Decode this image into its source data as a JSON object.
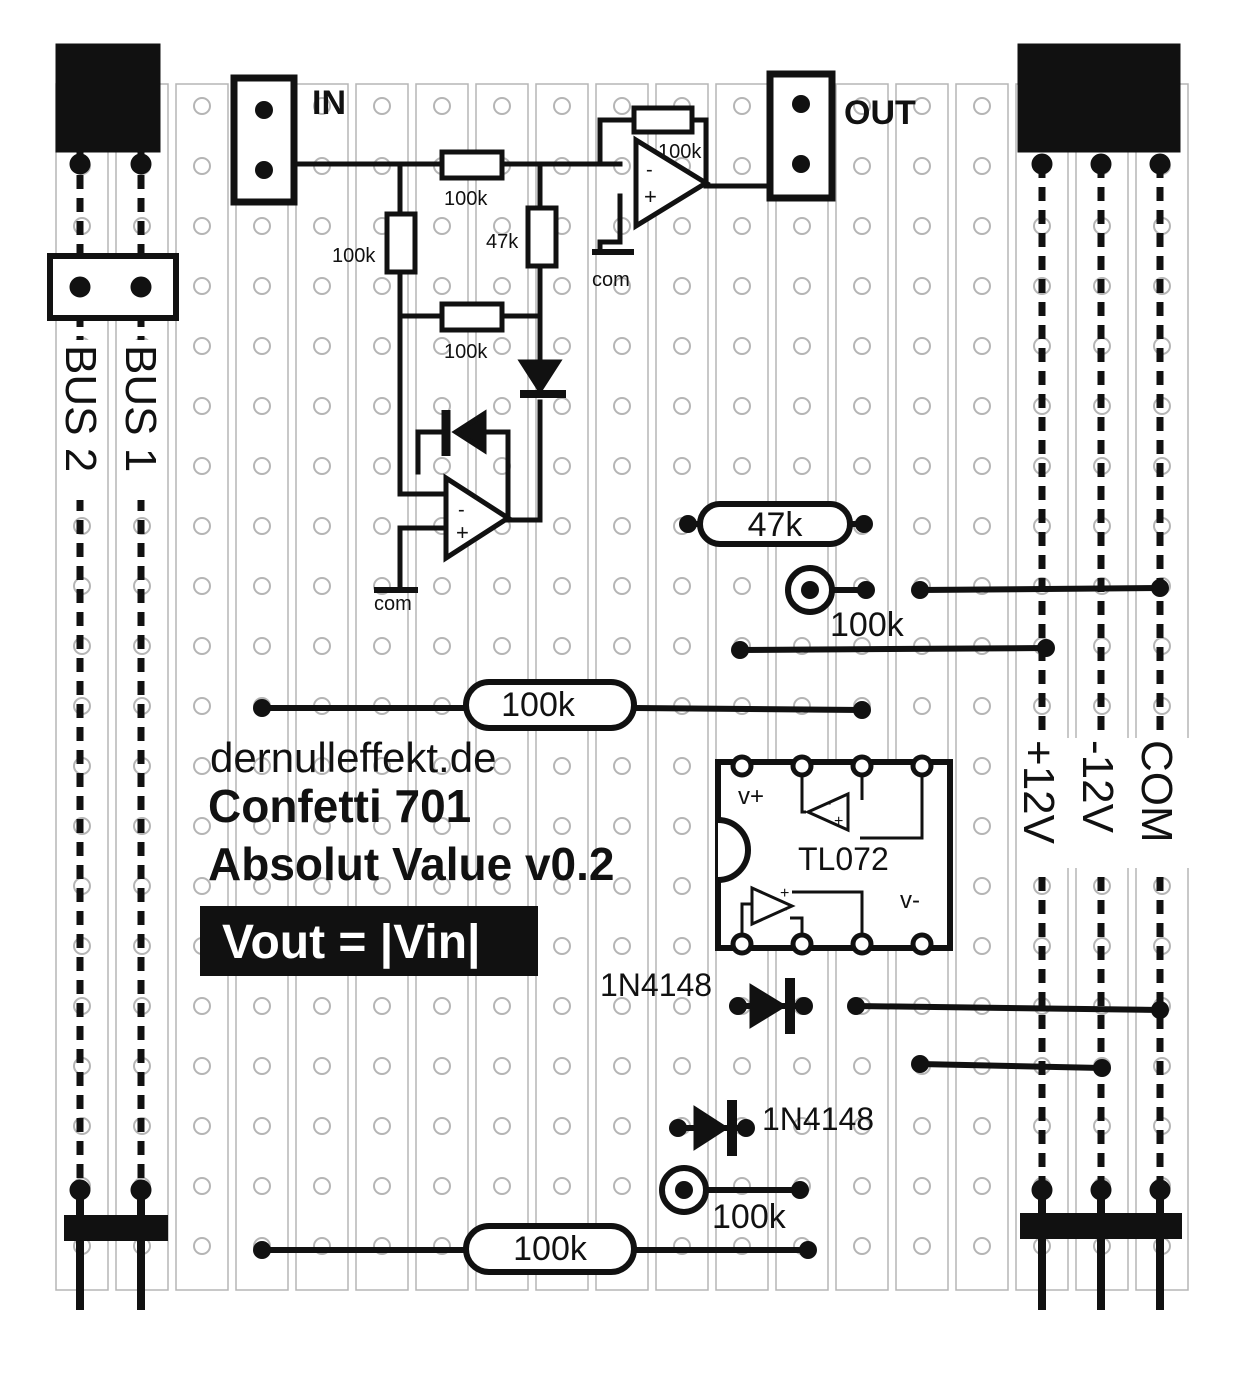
{
  "labels": {
    "in": "IN",
    "out": "OUT",
    "bus1": "BUS 1",
    "bus2": "BUS 2",
    "plus12v": "+12V",
    "minus12v": "-12V",
    "com_rail": "COM",
    "com1": "com",
    "com2": "com"
  },
  "schematic": {
    "r_top": "100k",
    "r_feedback": "100k",
    "r_left": "100k",
    "r_47k": "47k",
    "r_mid": "100k"
  },
  "parts": {
    "r1": "47k",
    "trim1": "100k",
    "r2": "100k",
    "d1": "1N4148",
    "d2": "1N4148",
    "trim2": "100k",
    "r3": "100k"
  },
  "ic": {
    "name": "TL072",
    "vplus": "v+",
    "vminus": "v-"
  },
  "credits": {
    "site": "dernulleffekt.de",
    "title1": "Confetti 701",
    "title2": "Absolut Value v0.2",
    "formula": "Vout = |Vin|"
  },
  "colors": {
    "ink": "#111111",
    "grid": "#b5b5b5",
    "paper": "#ffffff"
  }
}
